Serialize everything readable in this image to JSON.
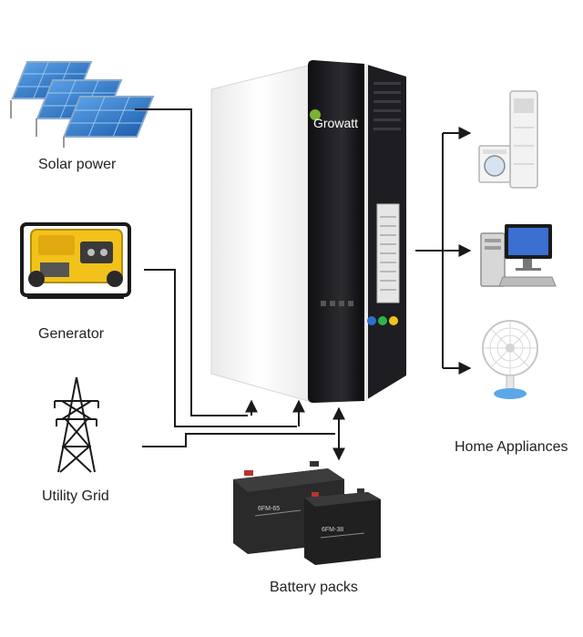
{
  "sources": {
    "solar": "Solar power",
    "generator": "Generator",
    "grid": "Utility Grid"
  },
  "inverter": {
    "brand": "Growatt"
  },
  "battery": {
    "label": "Battery packs",
    "unit_a_model": "6FM-65",
    "unit_b_model": "6FM-38"
  },
  "outputs": {
    "label": "Home Appliances",
    "items": [
      "air-conditioner-and-washer",
      "desktop-computer",
      "electric-fan"
    ]
  },
  "colors": {
    "line": "#1a1a1a",
    "inverter_front": "#f4f4f4",
    "inverter_panel": "#1c1c1f",
    "solar_blue": "#2e78c8",
    "generator_yellow": "#f2c21b",
    "battery_body": "#262626"
  }
}
